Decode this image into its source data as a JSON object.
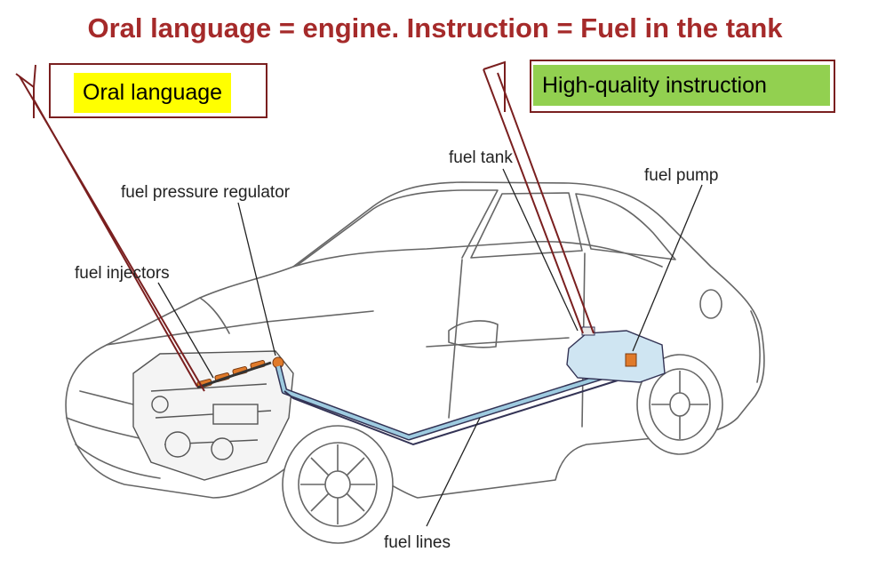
{
  "title": "Oral language = engine. Instruction = Fuel in the tank",
  "callouts": {
    "oral_language": "Oral language",
    "high_quality_instruction": "High-quality instruction"
  },
  "labels": {
    "fuel_tank": "fuel tank",
    "fuel_pump": "fuel pump",
    "fuel_pressure_regulator": "fuel pressure regulator",
    "fuel_injectors": "fuel injectors",
    "fuel_lines": "fuel lines"
  },
  "colors": {
    "title": "#a52a2a",
    "callout_border": "#7a1f1f",
    "oral_highlight": "#ffff00",
    "instruction_highlight": "#92d050",
    "fuel_line": "#9ecbe0",
    "injector": "#e07a2a"
  }
}
